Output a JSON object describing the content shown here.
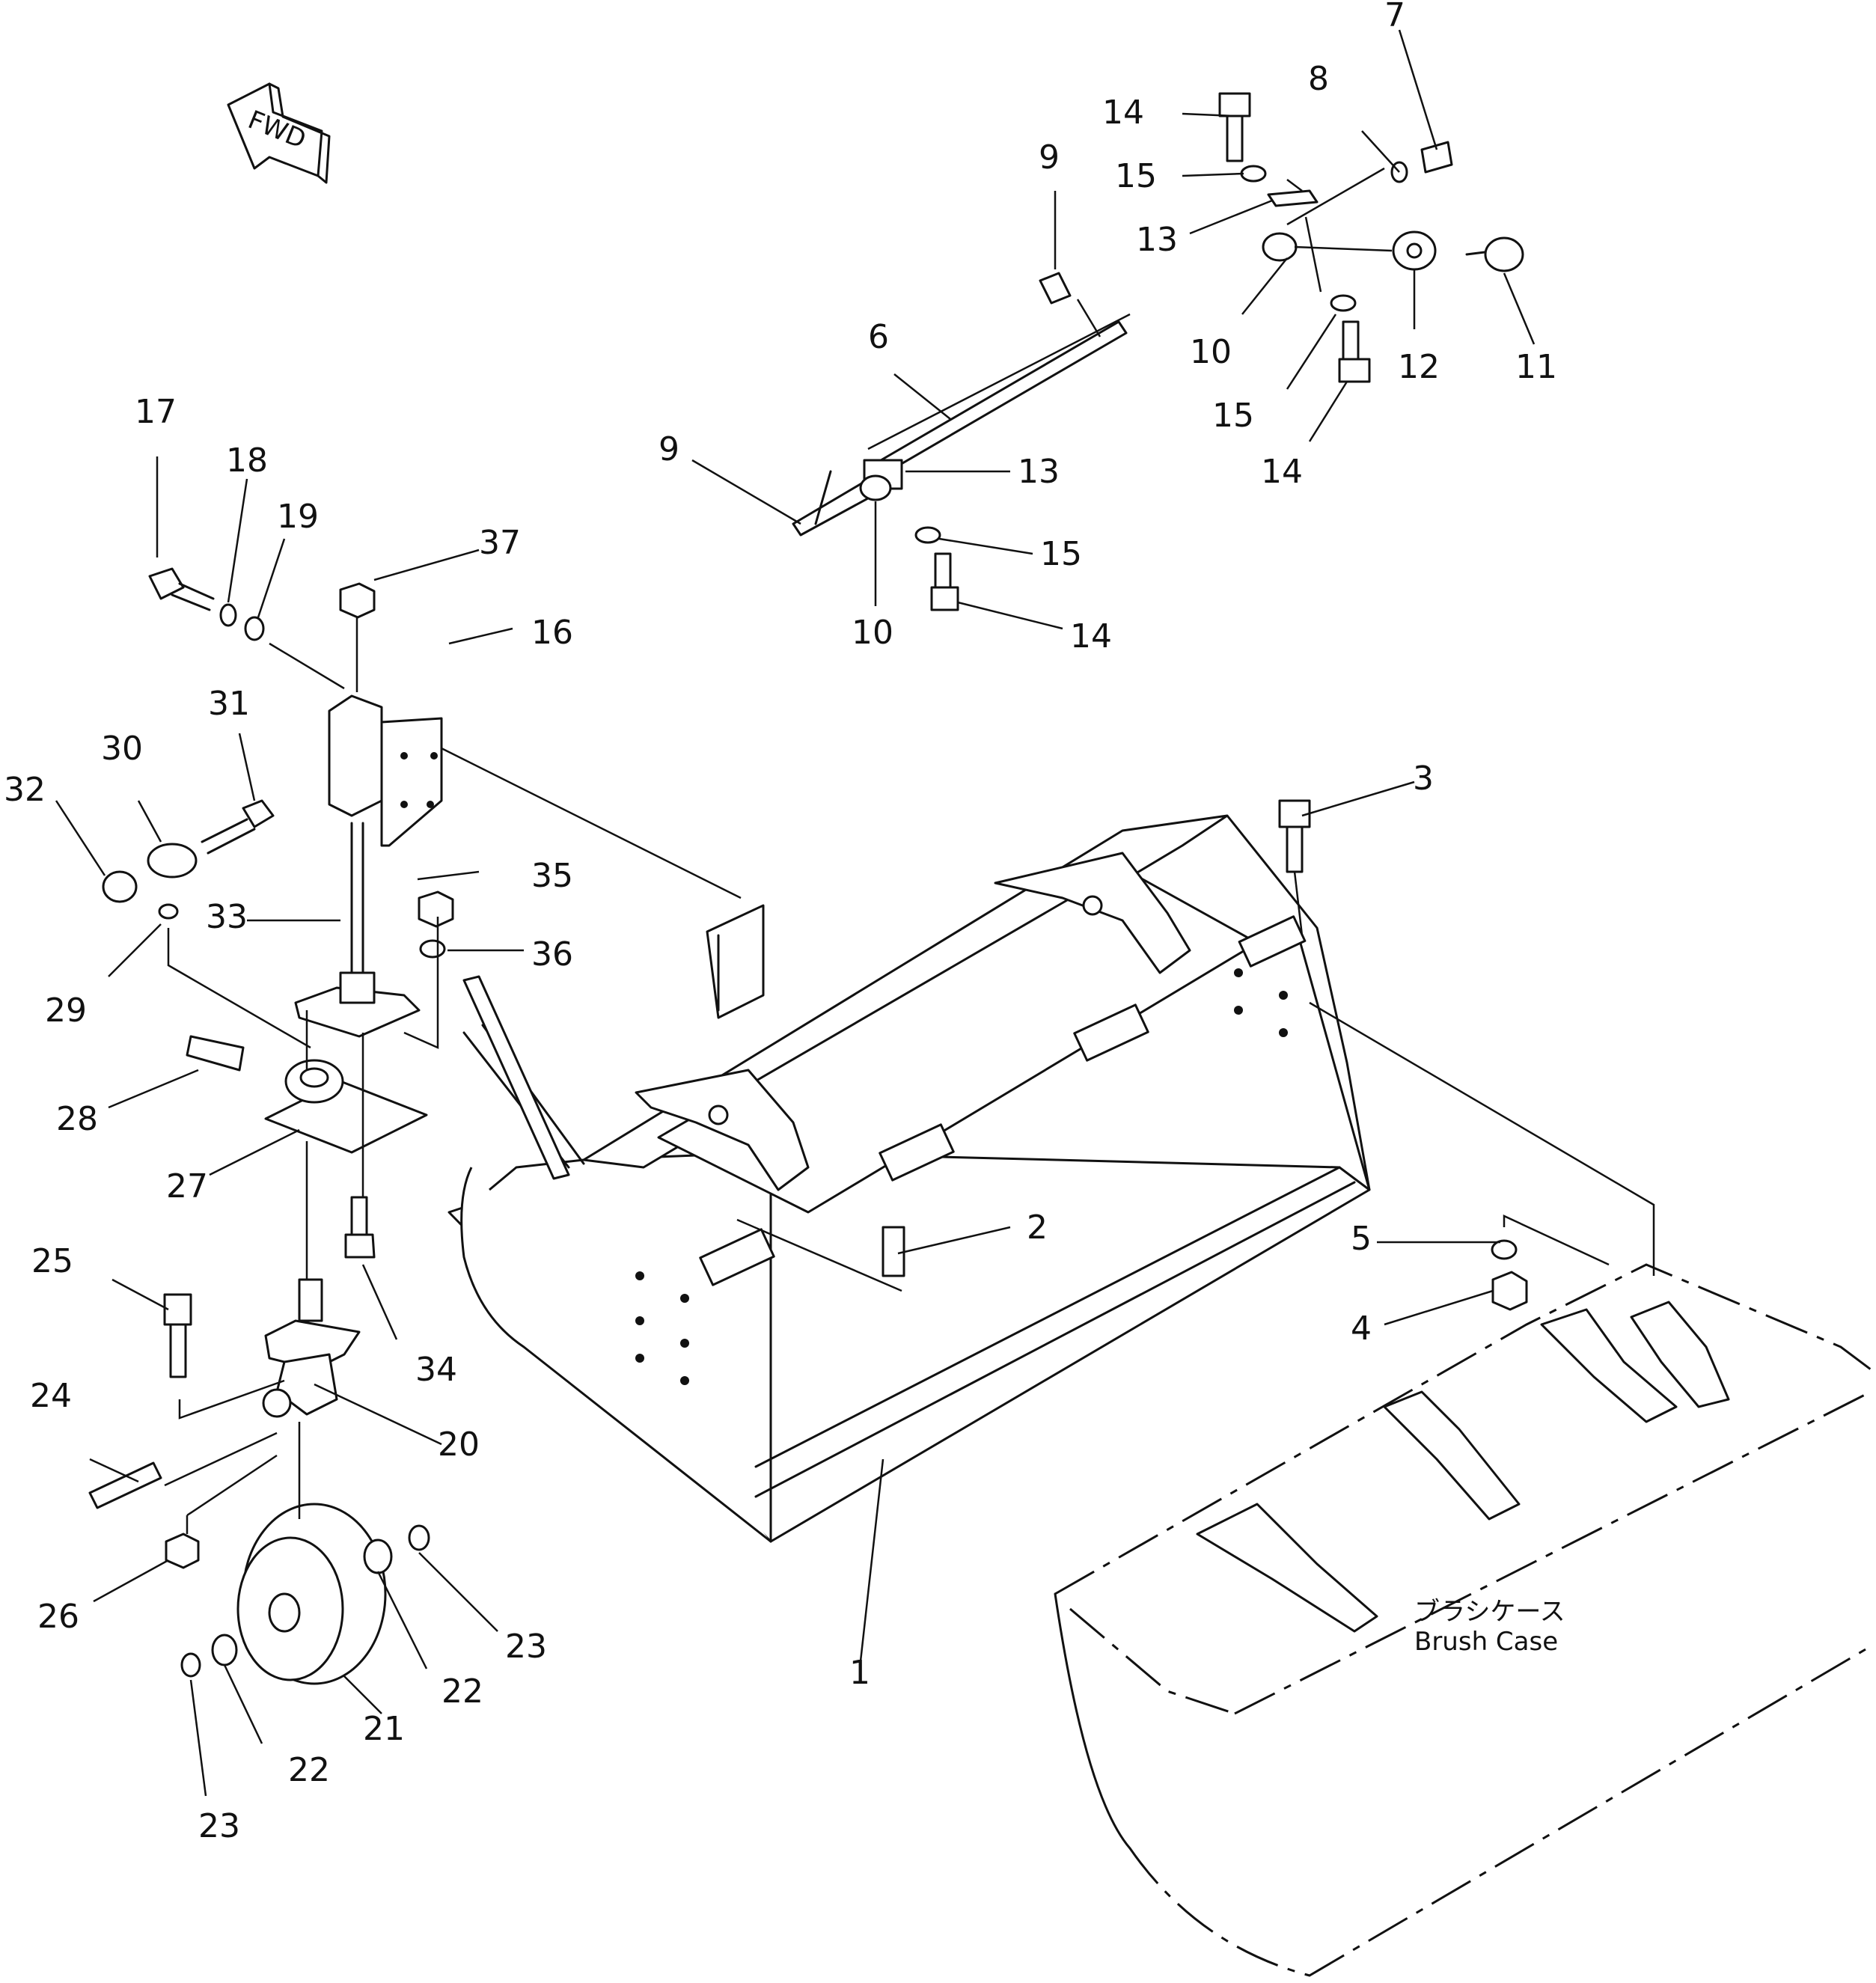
{
  "fwd_label": "FWD",
  "callouts": [
    "1",
    "2",
    "3",
    "4",
    "5",
    "6",
    "7",
    "8",
    "9",
    "9",
    "10",
    "10",
    "11",
    "12",
    "13",
    "13",
    "14",
    "14",
    "14",
    "15",
    "15",
    "15",
    "16",
    "17",
    "18",
    "19",
    "20",
    "21",
    "22",
    "22",
    "23",
    "23",
    "24",
    "25",
    "26",
    "27",
    "28",
    "29",
    "30",
    "31",
    "32",
    "33",
    "34",
    "35",
    "36",
    "37"
  ],
  "brush_case": {
    "japanese": "ブラシケース",
    "english": "Brush Case"
  }
}
